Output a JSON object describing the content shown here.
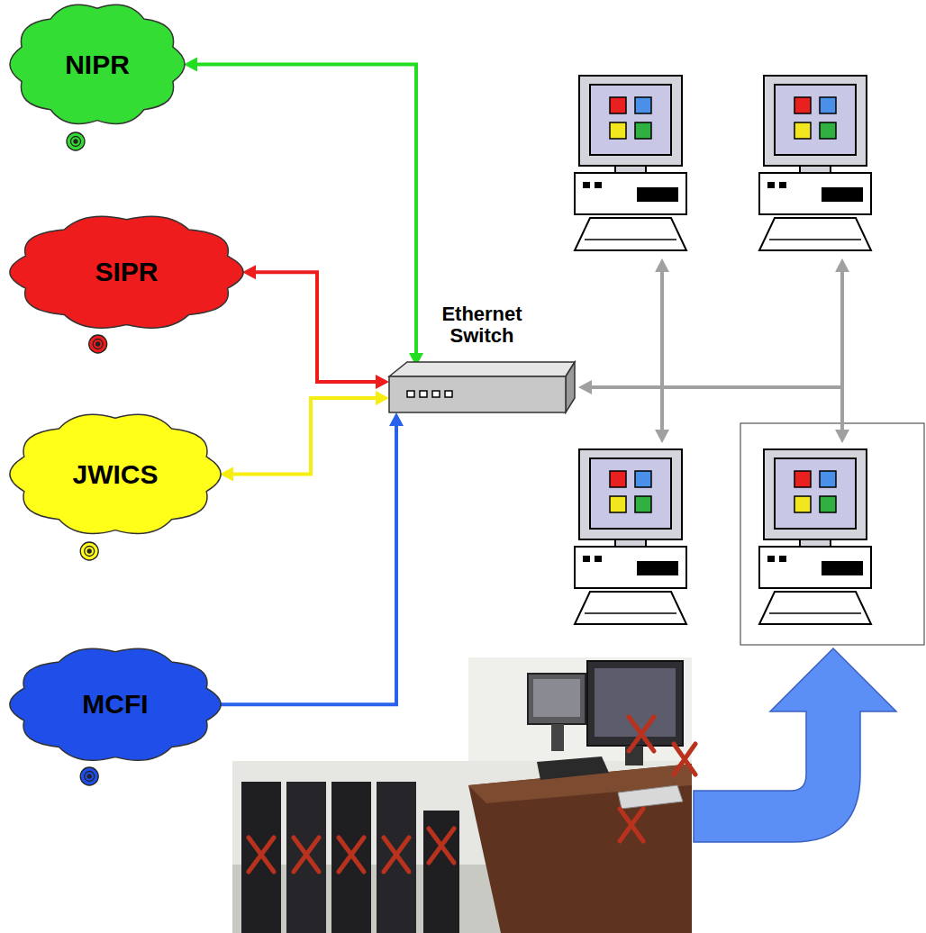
{
  "diagram": {
    "nodes": [
      {
        "text": [
          "NIPR"
        ]
      },
      {
        "text": [
          "SIPR"
        ]
      },
      {
        "text": [
          "JWICS"
        ]
      },
      {
        "text": [
          "MCFI"
        ]
      },
      {
        "text": [
          "Ethernet Switch"
        ]
      }
    ],
    "edges": [
      {
        "from": 0,
        "to": 4,
        "arrow": "both"
      },
      {
        "from": 1,
        "to": 4,
        "arrow": "both"
      },
      {
        "from": 2,
        "to": 4,
        "arrow": "both"
      },
      {
        "from": 3,
        "to": 4,
        "arrow": "to"
      }
    ]
  }
}
